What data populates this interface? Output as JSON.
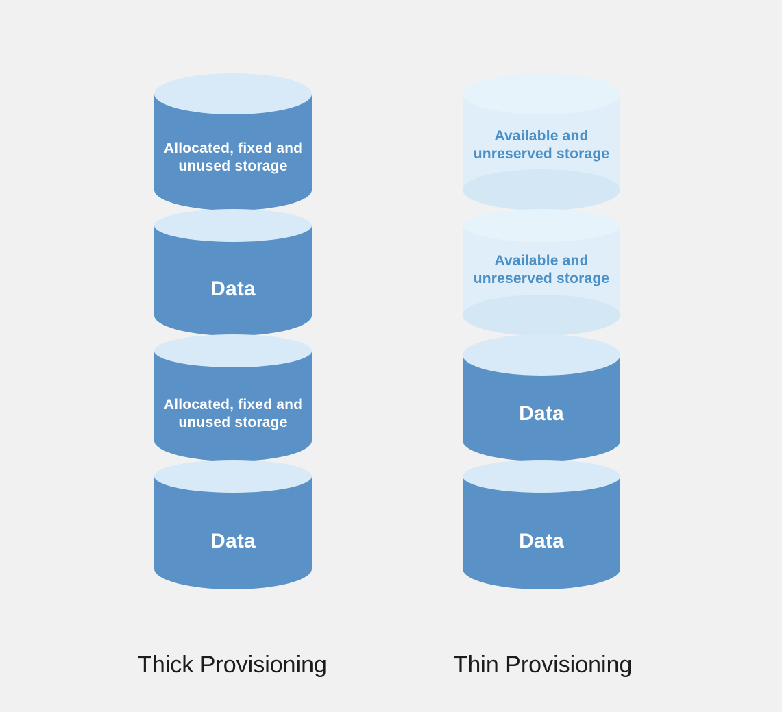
{
  "palette": {
    "background": "#f1f1f2",
    "cyl-dark-body": "#5a91c6",
    "cyl-dark-cap": "#d8eaf7",
    "cyl-light-body": "#dfeef9",
    "cyl-light-cap": "#e7f3fb",
    "cyl-light-bottom": "#d3e7f5",
    "text-on-light": "#4a8fc5",
    "caption": "#1c1c1c"
  },
  "diagram": {
    "thick": {
      "caption": "Thick Provisioning",
      "segments": [
        {
          "kind": "allocated",
          "label": "Allocated, fixed and\nunused storage"
        },
        {
          "kind": "data",
          "label": "Data"
        },
        {
          "kind": "allocated",
          "label": "Allocated, fixed and\nunused storage"
        },
        {
          "kind": "data",
          "label": "Data"
        }
      ]
    },
    "thin": {
      "caption": "Thin Provisioning",
      "segments": [
        {
          "kind": "available",
          "label": "Available and\nunreserved storage"
        },
        {
          "kind": "available",
          "label": "Available and\nunreserved storage"
        },
        {
          "kind": "data",
          "label": "Data"
        },
        {
          "kind": "data",
          "label": "Data"
        }
      ]
    }
  }
}
